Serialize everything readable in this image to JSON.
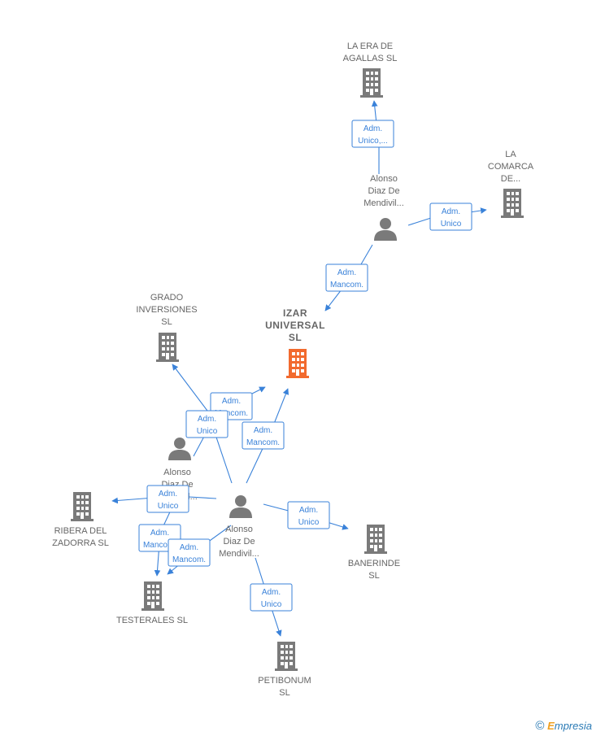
{
  "nodes": [
    {
      "id": "la-era",
      "type": "company",
      "color": "#7a7a7a",
      "lines": [
        "LA ERA DE",
        "AGALLAS  SL"
      ]
    },
    {
      "id": "la-comarca",
      "type": "company",
      "color": "#7a7a7a",
      "lines": [
        "LA",
        "COMARCA",
        "DE..."
      ]
    },
    {
      "id": "alonso-top",
      "type": "person",
      "color": "#7a7a7a",
      "lines": [
        "Alonso",
        "Diaz De",
        "Mendivil..."
      ]
    },
    {
      "id": "izar",
      "type": "company",
      "color": "#f26a2e",
      "main": true,
      "lines": [
        "IZAR",
        "UNIVERSAL",
        "SL"
      ]
    },
    {
      "id": "grado",
      "type": "company",
      "color": "#7a7a7a",
      "lines": [
        "GRADO",
        "INVERSIONES",
        "SL"
      ]
    },
    {
      "id": "alonso-mid",
      "type": "person",
      "color": "#7a7a7a",
      "lines": [
        "Alonso",
        "Diaz De",
        "Mendivil..."
      ]
    },
    {
      "id": "alonso-main",
      "type": "person",
      "color": "#7a7a7a",
      "lines": [
        "Alonso",
        "Diaz De",
        "Mendivil..."
      ]
    },
    {
      "id": "ribera",
      "type": "company",
      "color": "#7a7a7a",
      "lines": [
        "RIBERA DEL",
        "ZADORRA  SL"
      ]
    },
    {
      "id": "banerinde",
      "type": "company",
      "color": "#7a7a7a",
      "lines": [
        "BANERINDE",
        "SL"
      ]
    },
    {
      "id": "testerales",
      "type": "company",
      "color": "#7a7a7a",
      "lines": [
        "TESTERALES SL"
      ]
    },
    {
      "id": "petibonum",
      "type": "company",
      "color": "#7a7a7a",
      "lines": [
        "PETIBONUM",
        "SL"
      ]
    }
  ],
  "edges": [
    {
      "id": "e1",
      "from": "alonso-top",
      "to": "la-era",
      "label": [
        "Adm.",
        "Unico,..."
      ]
    },
    {
      "id": "e2",
      "from": "alonso-top",
      "to": "la-comarca",
      "label": [
        "Adm.",
        "Unico"
      ]
    },
    {
      "id": "e3",
      "from": "alonso-top",
      "to": "izar",
      "label": [
        "Adm.",
        "Mancom."
      ]
    },
    {
      "id": "e4",
      "from": "alonso-mid",
      "to": "izar",
      "label": [
        "Adm.",
        "Mancom."
      ]
    },
    {
      "id": "e5",
      "from": "alonso-main",
      "to": "izar",
      "label": [
        "Adm.",
        "Mancom."
      ]
    },
    {
      "id": "e6",
      "from": "alonso-main",
      "to": "grado",
      "label": [
        "Adm.",
        "Unico"
      ]
    },
    {
      "id": "e7",
      "from": "alonso-main",
      "to": "ribera",
      "label": [
        "Adm.",
        "Unico"
      ]
    },
    {
      "id": "e8",
      "from": "alonso-main",
      "to": "banerinde",
      "label": [
        "Adm.",
        "Unico"
      ]
    },
    {
      "id": "e9",
      "from": "alonso-mid",
      "to": "testerales",
      "label": [
        "Adm.",
        "Mancom."
      ]
    },
    {
      "id": "e10",
      "from": "alonso-main",
      "to": "testerales",
      "label": [
        "Adm.",
        "Mancom."
      ]
    },
    {
      "id": "e11",
      "from": "alonso-main",
      "to": "petibonum",
      "label": [
        "Adm.",
        "Unico"
      ]
    }
  ],
  "watermark": {
    "copyright": "©",
    "brand_initial": "E",
    "brand_rest": "mpresia"
  }
}
